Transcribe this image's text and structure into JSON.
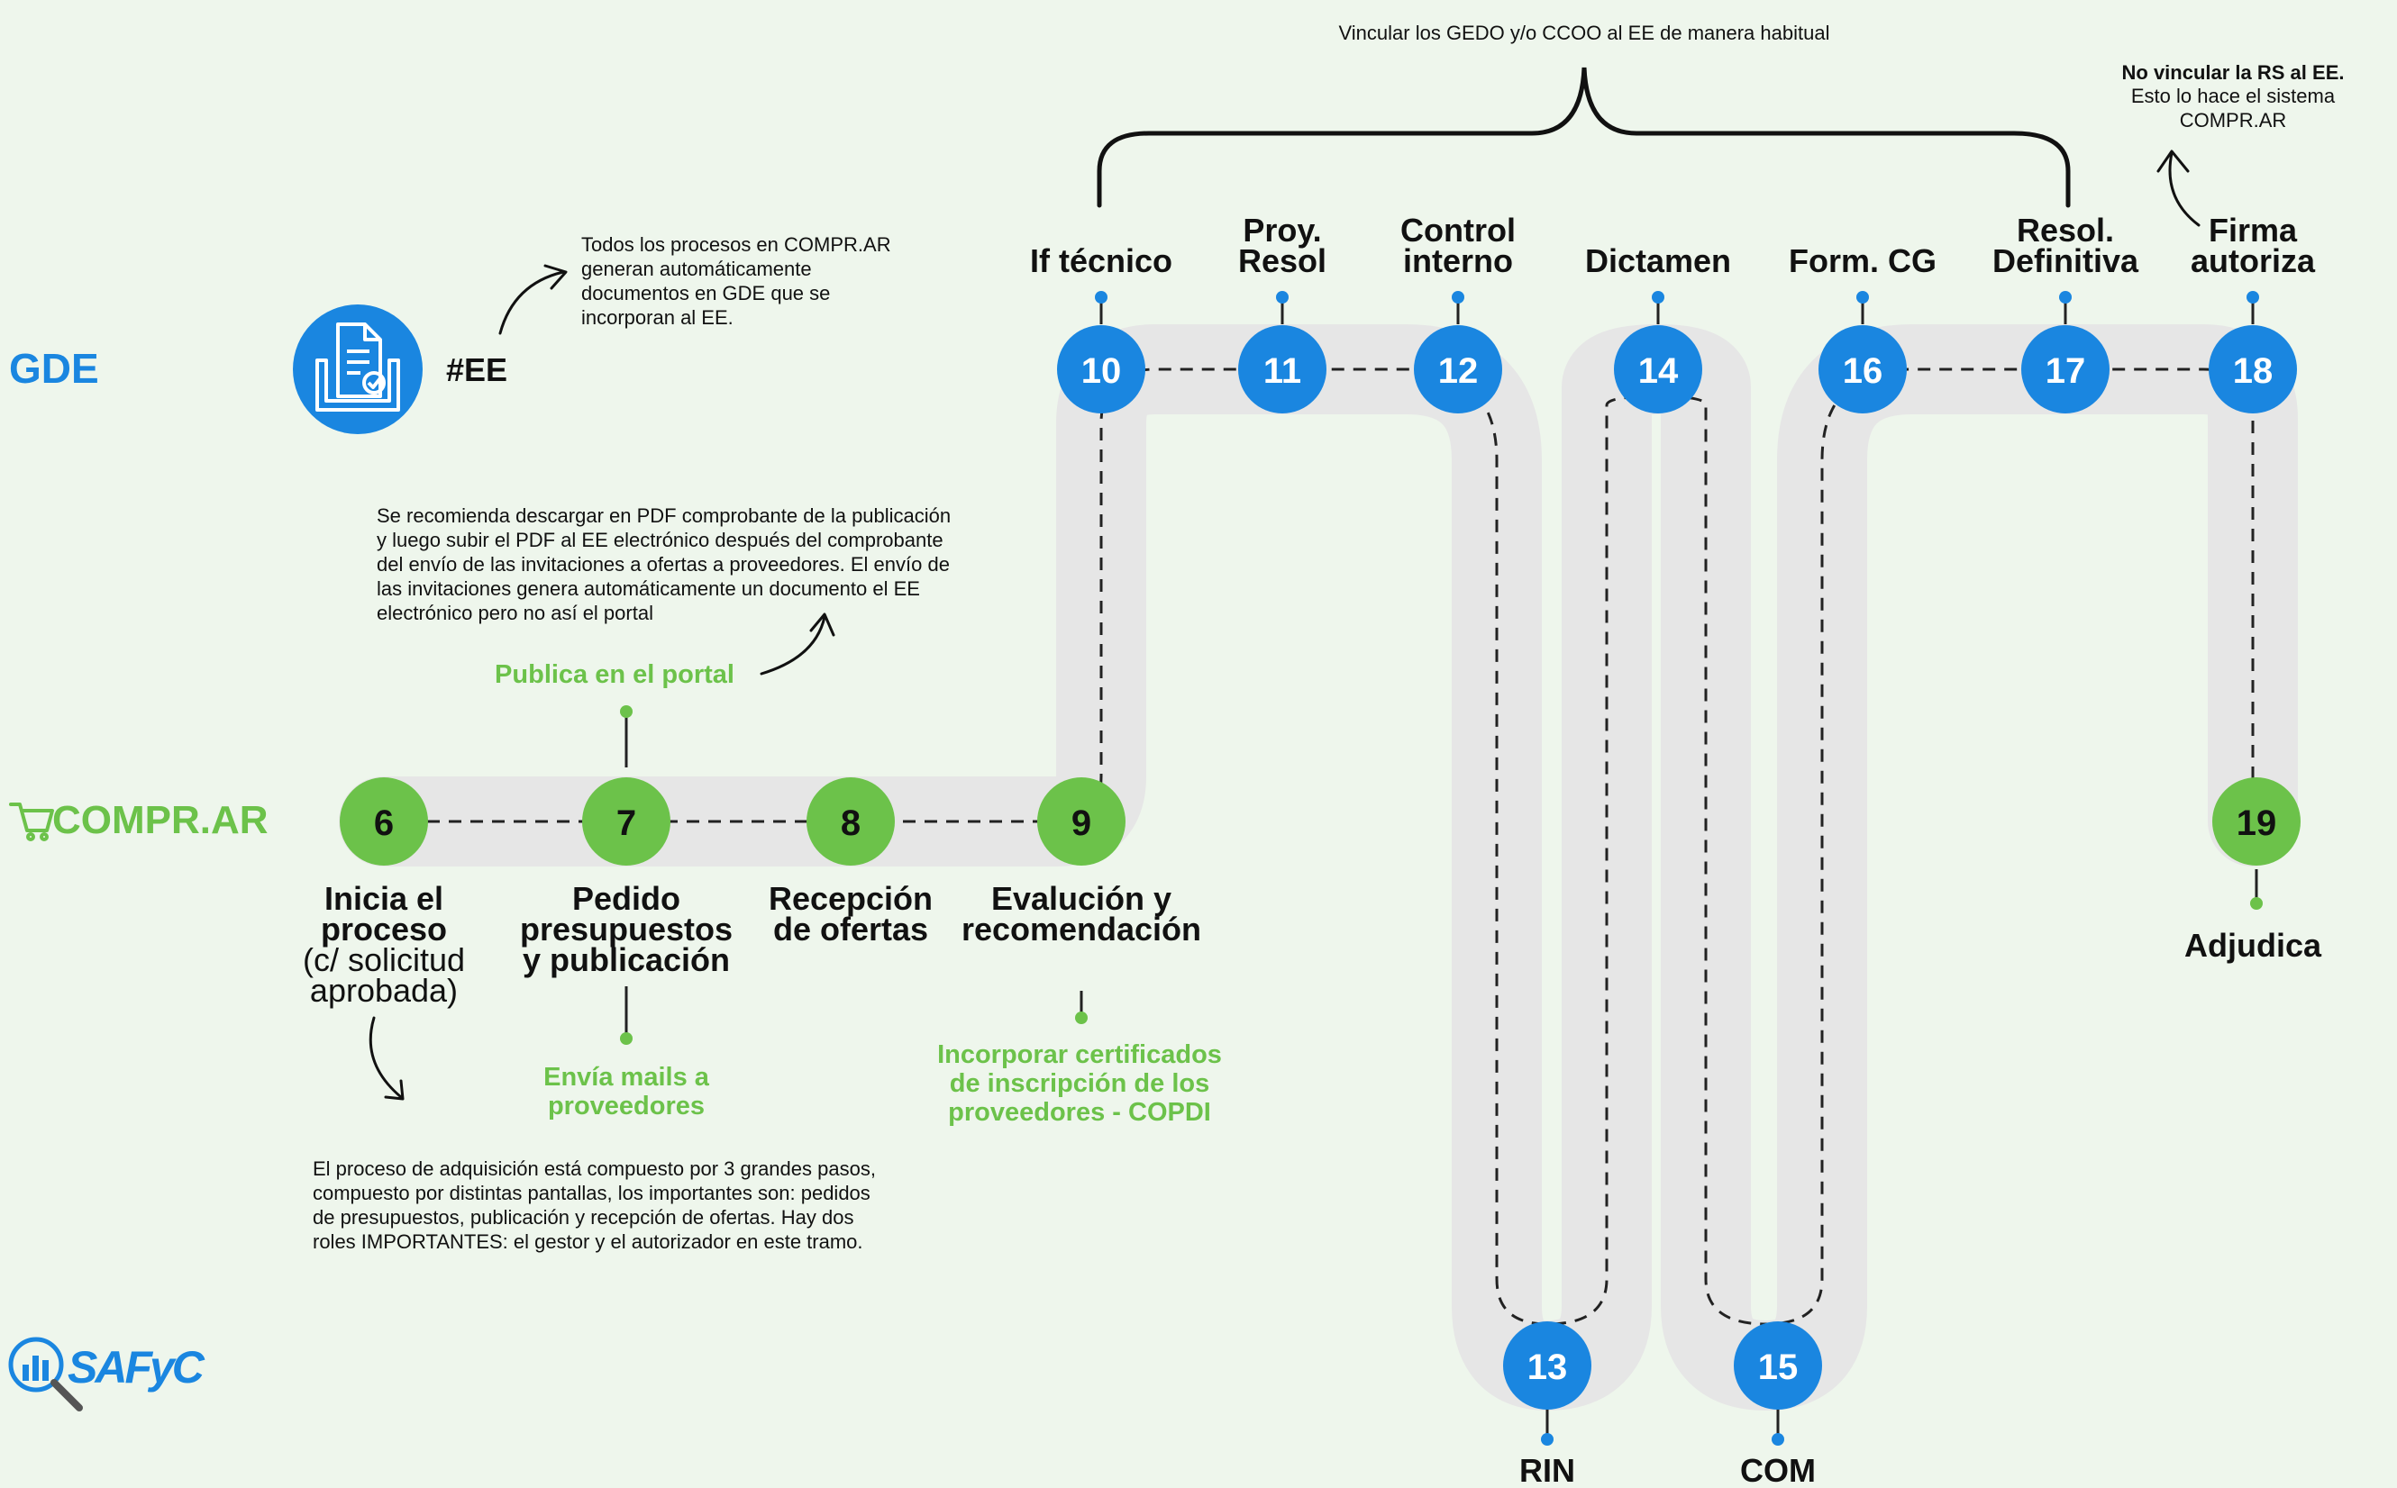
{
  "brands": {
    "gde": "GDE",
    "comprar": "COMPR.AR",
    "safyc": "SAFyC",
    "ee_tag": "#EE"
  },
  "notes": {
    "gde_note": [
      "Todos los procesos en COMPR.AR",
      "generan automáticamente",
      "documentos en GDE que se",
      "incorporan al EE."
    ],
    "publication_note": [
      "Se recomienda descargar en PDF comprobante de la publicación",
      "y luego subir el PDF al EE electrónico después del comprobante",
      "del envío de las invitaciones a ofertas a proveedores. El envío de",
      "las invitaciones genera automáticamente un documento el EE",
      "electrónico pero no así el portal"
    ],
    "process_note": [
      "El proceso de adquisición está compuesto por 3 grandes pasos,",
      "compuesto por distintas pantallas, los importantes son: pedidos",
      "de presupuestos, publicación y recepción de ofertas. Hay dos",
      "roles IMPORTANTES: el gestor y el autorizador en este tramo."
    ],
    "link_note": "Vincular los GEDO y/o CCOO al EE de manera habitual",
    "rs_note_bold": "No vincular la RS al EE.",
    "rs_note": [
      "Esto lo hace el sistema",
      "COMPR.AR"
    ]
  },
  "steps": [
    {
      "num": "6",
      "system": "COMPR.AR",
      "label": [
        "Inicia el",
        "proceso"
      ],
      "sublabel": [
        "(c/ solicitud",
        "aprobada)"
      ]
    },
    {
      "num": "7",
      "system": "COMPR.AR",
      "label": [
        "Pedido",
        "presupuestos",
        "y publicación"
      ],
      "above": "Publica en el portal",
      "below": [
        "Envía mails a",
        "proveedores"
      ]
    },
    {
      "num": "8",
      "system": "COMPR.AR",
      "label": [
        "Recepción",
        "de ofertas"
      ]
    },
    {
      "num": "9",
      "system": "COMPR.AR",
      "label": [
        "Evalución y",
        "recomendación"
      ],
      "below": [
        "Incorporar certificados",
        "de inscripción de los",
        "proveedores - COPDI"
      ]
    },
    {
      "num": "10",
      "system": "GDE",
      "label": [
        "If técnico"
      ]
    },
    {
      "num": "11",
      "system": "GDE",
      "label": [
        "Proy.",
        "Resol"
      ]
    },
    {
      "num": "12",
      "system": "GDE",
      "label": [
        "Control",
        "interno"
      ]
    },
    {
      "num": "13",
      "system": "GDE",
      "label": [
        "RIN"
      ]
    },
    {
      "num": "14",
      "system": "GDE",
      "label": [
        "Dictamen"
      ]
    },
    {
      "num": "15",
      "system": "GDE",
      "label": [
        "COM"
      ]
    },
    {
      "num": "16",
      "system": "GDE",
      "label": [
        "Form. CG"
      ]
    },
    {
      "num": "17",
      "system": "GDE",
      "label": [
        "Resol.",
        "Definitiva"
      ]
    },
    {
      "num": "18",
      "system": "GDE",
      "label": [
        "Firma",
        "autoriza"
      ]
    },
    {
      "num": "19",
      "system": "COMPR.AR",
      "label": [
        "Adjudica"
      ]
    }
  ],
  "colors": {
    "background": "#eef6ec",
    "gde_blue": "#1a86e0",
    "comprar_green": "#6cc24a",
    "track": "#e6e6e6",
    "text": "#111111"
  },
  "icons": [
    "document-check-icon",
    "cart-icon",
    "magnifier-chart-icon",
    "curved-arrow-icon",
    "curly-brace-icon"
  ]
}
